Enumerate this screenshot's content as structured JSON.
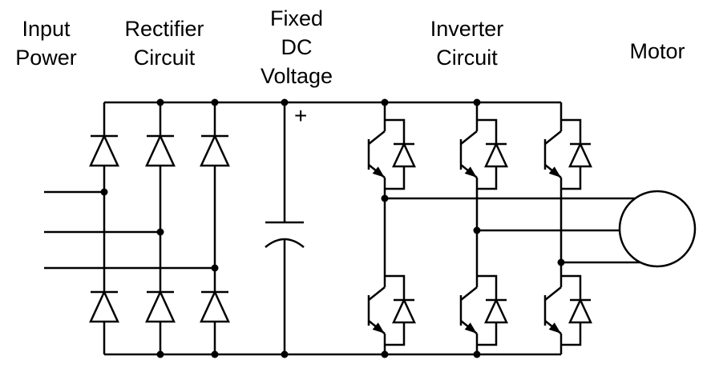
{
  "canvas": {
    "background": "#ffffff",
    "line_color": "#000000"
  },
  "labels": {
    "input_power": {
      "lines": [
        "Input",
        "Power"
      ]
    },
    "rectifier": {
      "lines": [
        "Rectifier",
        "Circuit"
      ]
    },
    "fixed_dc": {
      "lines": [
        "Fixed",
        "DC",
        "Voltage"
      ]
    },
    "inverter": {
      "lines": [
        "Inverter",
        "Circuit"
      ]
    },
    "motor": {
      "lines": [
        "Motor"
      ]
    },
    "dc_bus_polarity": "+"
  },
  "components": {
    "input_phase_lines": 3,
    "rectifier_diodes": 6,
    "dc_link_capacitors": 1,
    "inverter_igbts": 6,
    "freewheeling_diodes": 6,
    "output_phase_lines": 3,
    "motors": 1
  }
}
